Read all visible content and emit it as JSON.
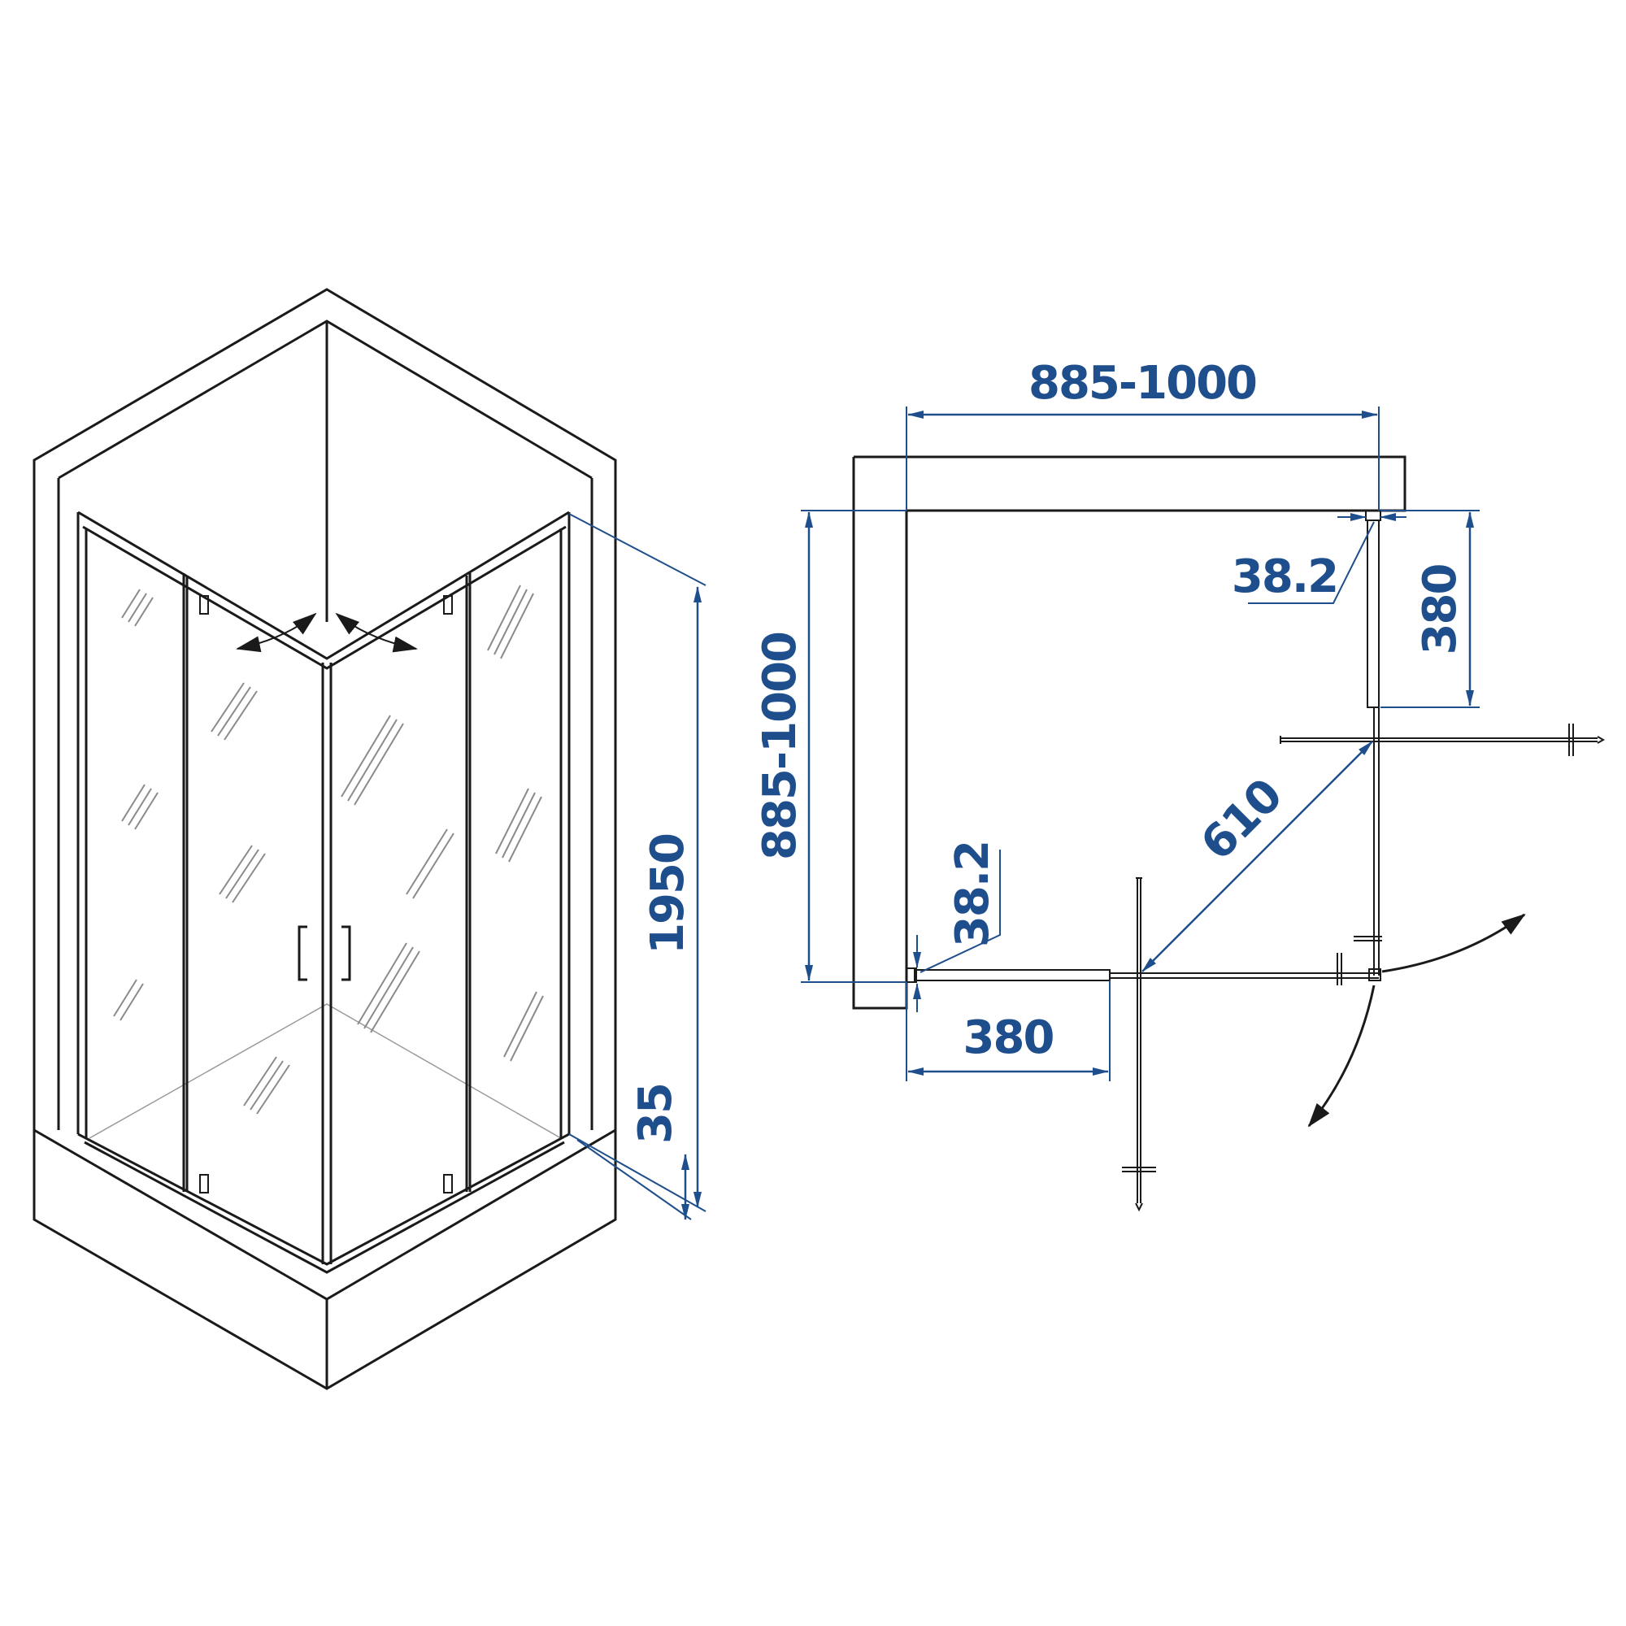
{
  "isometric_view": {
    "height_label": "1950",
    "tray_height_label": "35"
  },
  "plan_view": {
    "top_width_label": "885-1000",
    "left_depth_label": "885-1000",
    "right_panel_label": "380",
    "right_profile_label": "38.2",
    "bottom_panel_label": "380",
    "bottom_profile_label": "38.2",
    "door_diagonal_label": "610"
  },
  "colors": {
    "line": "#1a1a1a",
    "dimension": "#1f4e8c",
    "background": "#ffffff"
  }
}
